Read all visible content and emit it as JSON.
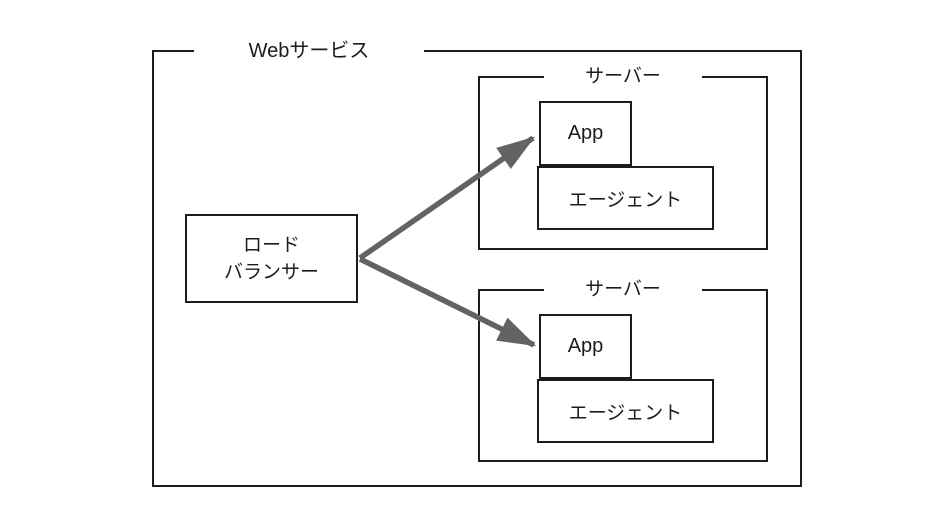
{
  "diagram": {
    "outer_group": {
      "title": "Webサービス"
    },
    "load_balancer": {
      "label_line1": "ロード",
      "label_line2": "バランサー"
    },
    "servers": [
      {
        "title": "サーバー",
        "app_label": "App",
        "agent_label": "エージェント"
      },
      {
        "title": "サーバー",
        "app_label": "App",
        "agent_label": "エージェント"
      }
    ],
    "colors": {
      "border": "#1c1c1c",
      "arrow": "#636363",
      "background": "#ffffff"
    }
  }
}
